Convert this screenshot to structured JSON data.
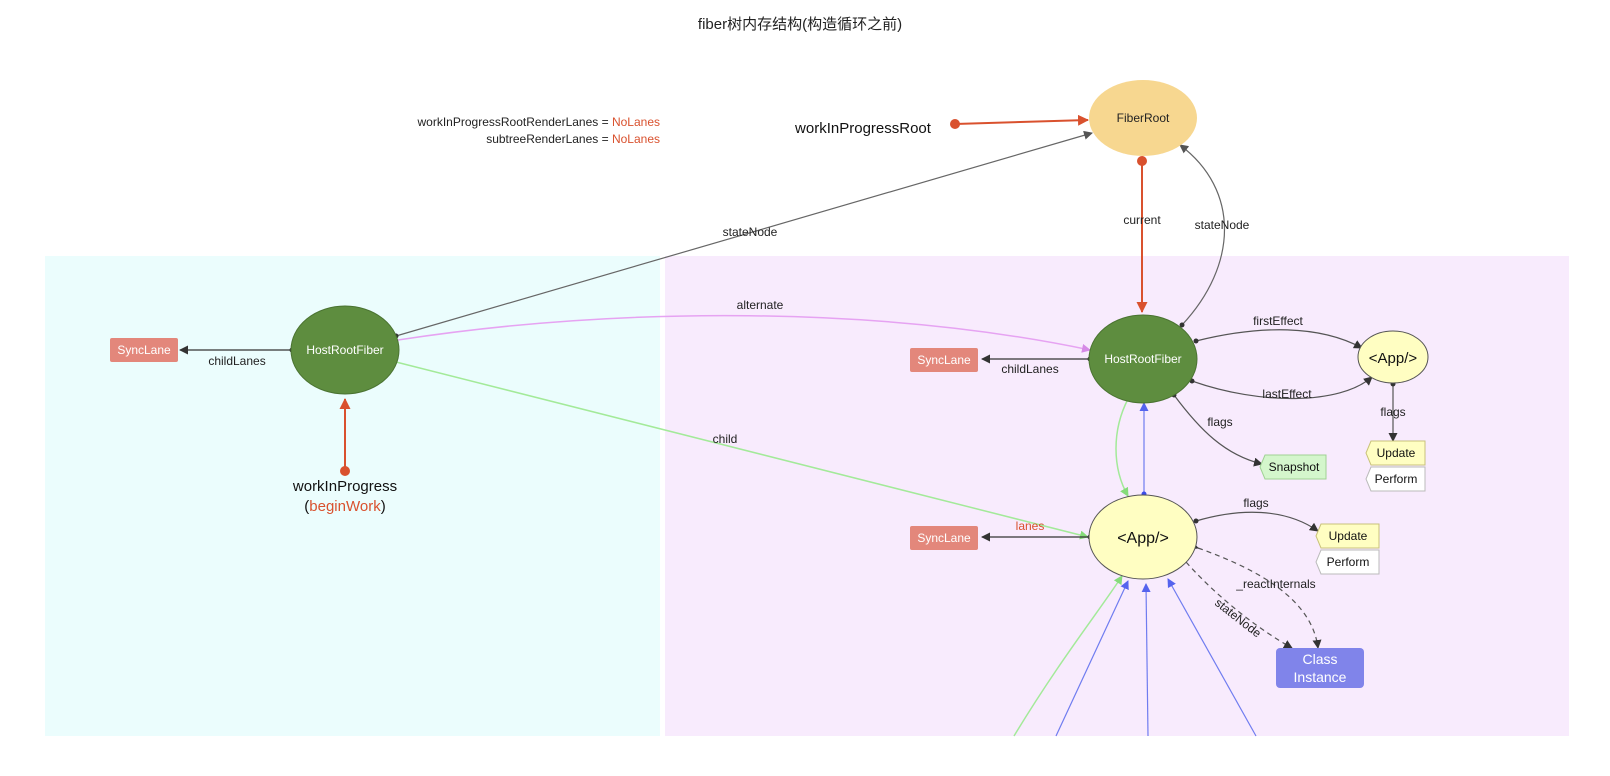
{
  "title": "fiber树内存结构(构造循环之前)",
  "info": {
    "line1_label": "workInProgressRootRenderLanes = ",
    "line1_value": "NoLanes",
    "line2_label": "subtreeRenderLanes = ",
    "line2_value": "NoLanes"
  },
  "nodes": {
    "fiber_root": "FiberRoot",
    "wip_host_root": "HostRootFiber",
    "current_host_root": "HostRootFiber",
    "app_main": "<App/>",
    "app_effect": "<App/>",
    "synclane_wip": "SyncLane",
    "synclane_current": "SyncLane",
    "synclane_app": "SyncLane",
    "snapshot": "Snapshot",
    "effect_update": "Update",
    "effect_perform": "Perform",
    "app_update": "Update",
    "app_perform": "Perform",
    "class_instance_line1": "Class",
    "class_instance_line2": "Instance"
  },
  "pointers": {
    "wip_root": "workInProgressRoot",
    "wip": "workInProgress",
    "begin_paren_open": "(",
    "begin_work": "beginWork",
    "begin_paren_close": ")"
  },
  "edges": {
    "state_node_wip": "stateNode",
    "current": "current",
    "state_node_current": "stateNode",
    "alternate": "alternate",
    "child_lanes_wip": "childLanes",
    "child_lanes_current": "childLanes",
    "first_effect": "firstEffect",
    "last_effect": "lastEffect",
    "flags_host": "flags",
    "flags_effect": "flags",
    "child": "child",
    "lanes": "lanes",
    "flags_app": "flags",
    "react_internals": "_reactInternals",
    "state_node_app": "stateNode"
  },
  "colors": {
    "panel_left": "#ebfdfd",
    "panel_right": "#f8ebfd",
    "fiber_root_fill": "#f7d790",
    "host_fiber_fill": "#5e8d3f",
    "app_fill": "#fffec2",
    "synclane_fill": "#e3877b",
    "snapshot_fill": "#d4f6cc",
    "class_instance_fill": "#8084ea",
    "accent_red": "#d9512e",
    "alternate_pink": "#e6a3f2",
    "child_green": "#a3ea99",
    "return_blue": "#6f7cf0"
  }
}
